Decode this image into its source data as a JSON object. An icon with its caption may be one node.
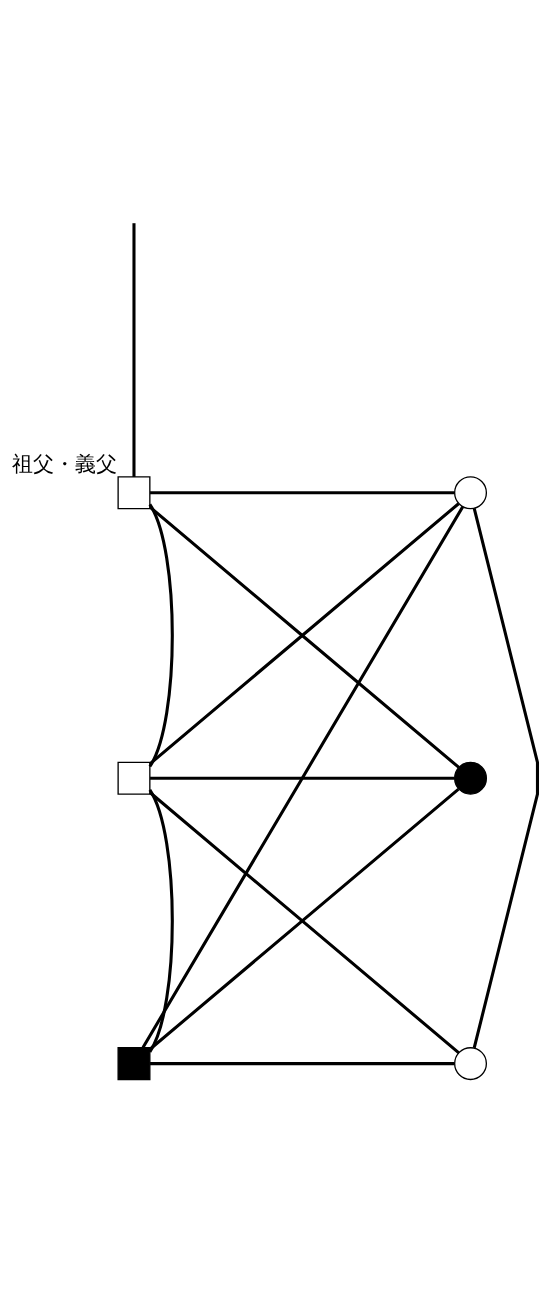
{
  "diagram": {
    "nodes": [
      {
        "text": [],
        "shape": "square",
        "beside": [
          "祖父・義父"
        ]
      },
      {
        "text": [],
        "shape": "circle"
      },
      {
        "text": [],
        "shape": "square"
      },
      {
        "text": [],
        "shape": "circle"
      },
      {
        "text": [],
        "shape": "square"
      },
      {
        "text": [],
        "shape": "circle"
      }
    ],
    "edges": [
      {
        "from": null,
        "to": 0,
        "arrow": "none"
      },
      {
        "from": 0,
        "to": 1,
        "arrow": "none"
      },
      {
        "from": 0,
        "to": 2,
        "arrow": "none"
      },
      {
        "from": 0,
        "to": 3,
        "arrow": "none"
      },
      {
        "from": 1,
        "to": 2,
        "arrow": "none"
      },
      {
        "from": 2,
        "to": 3,
        "arrow": "none"
      },
      {
        "from": 1,
        "to": 4,
        "arrow": "none"
      },
      {
        "from": 1,
        "to": 5,
        "arrow": "none"
      },
      {
        "from": 2,
        "to": 4,
        "arrow": "none"
      },
      {
        "from": 2,
        "to": 5,
        "arrow": "none"
      },
      {
        "from": 3,
        "to": 4,
        "arrow": "none"
      },
      {
        "from": 4,
        "to": 5,
        "arrow": "none"
      }
    ]
  }
}
